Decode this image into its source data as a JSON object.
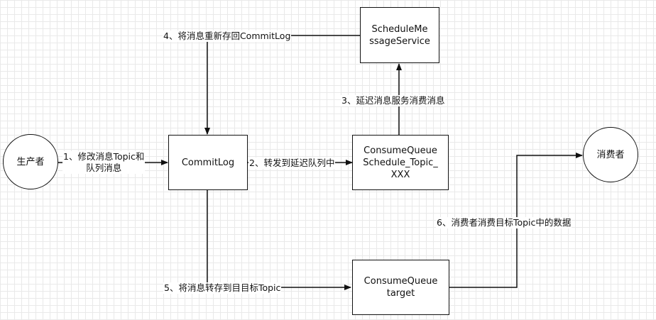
{
  "nodes": {
    "producer": "生产者",
    "commitlog": "CommitLog",
    "schedule_service": "ScheduleMe\nssageService",
    "schedule_queue": "ConsumeQueue\nSchedule_Topic_\nXXX",
    "target_queue": "ConsumeQueue\ntarget",
    "consumer": "消费者"
  },
  "edges": {
    "step1": "1、修改消息Topic和\n队列消息",
    "step2": "2、转发到延迟队列中",
    "step3": "3、延迟消息服务消费消息",
    "step4": "4、将消息重新存回CommitLog",
    "step5": "5、将消息转存到目目标Topic",
    "step6": "6、消费者消费目标Topic中的数据"
  }
}
